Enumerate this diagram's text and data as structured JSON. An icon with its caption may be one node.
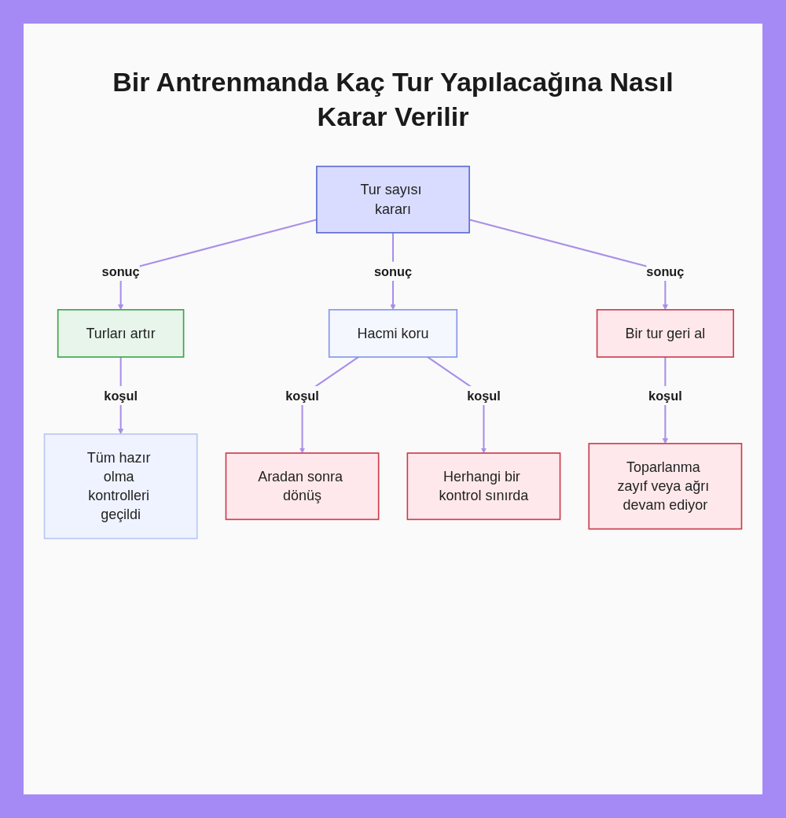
{
  "diagram": {
    "title": "Bir Antrenmanda Kaç Tur Yapılacağına Nasıl Karar Verilir",
    "nodes": [
      {
        "text": [
          "Tur sayısı kararı"
        ]
      },
      {
        "text": [
          "Turları artır"
        ]
      },
      {
        "text": [
          "Hacmi koru"
        ]
      },
      {
        "text": [
          "Bir tur geri al"
        ]
      },
      {
        "text": [
          "Tüm hazır olma kontrolleri geçildi"
        ]
      },
      {
        "text": [
          "Aradan sonra dönüş"
        ]
      },
      {
        "text": [
          "Herhangi bir kontrol sınırda"
        ]
      },
      {
        "text": [
          "Toparlanma zayıf veya ağrı devam ediyor"
        ]
      }
    ],
    "edges": [
      {
        "from": 0,
        "to": 1,
        "arrow": "to",
        "label": "sonuç"
      },
      {
        "from": 0,
        "to": 2,
        "arrow": "to",
        "label": "sonuç"
      },
      {
        "from": 0,
        "to": 3,
        "arrow": "to",
        "label": "sonuç"
      },
      {
        "from": 1,
        "to": 4,
        "arrow": "to",
        "label": "koşul"
      },
      {
        "from": 2,
        "to": 5,
        "arrow": "to",
        "label": "koşul"
      },
      {
        "from": 2,
        "to": 6,
        "arrow": "to",
        "label": "koşul"
      },
      {
        "from": 3,
        "to": 7,
        "arrow": "to",
        "label": "koşul"
      }
    ]
  }
}
